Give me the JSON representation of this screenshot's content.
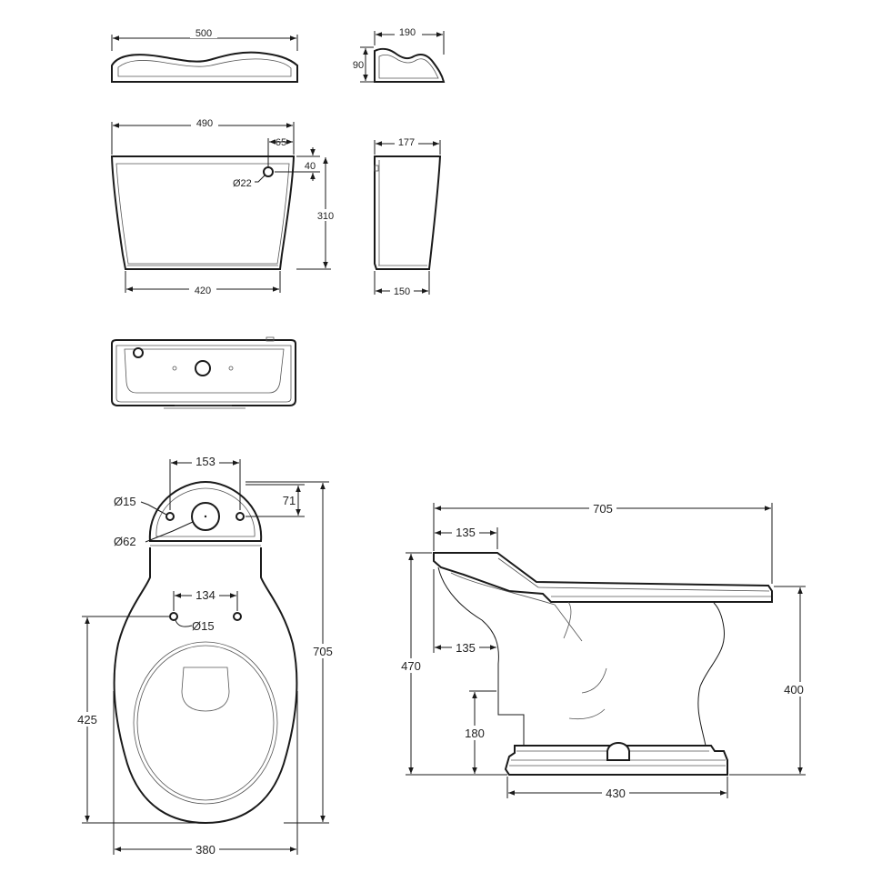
{
  "colors": {
    "line": "#1a1a1a",
    "background": "#ffffff"
  },
  "lid_top_view": {
    "width": "500"
  },
  "lid_side_view": {
    "depth": "190",
    "height": "90"
  },
  "cistern_front_view": {
    "top_width": "490",
    "bottom_width": "420",
    "inlet_offset": "65",
    "inlet_drop": "40",
    "inlet_diameter": "Ø22",
    "height": "310"
  },
  "cistern_side_view": {
    "top_depth": "177",
    "bottom_depth": "150"
  },
  "pan_top_view": {
    "fixing_centres": "153",
    "fixing_diameter": "Ø15",
    "outlet_offset": "71",
    "outlet_diameter": "Ø62",
    "floor_fixing_centres": "134",
    "floor_fixing_diameter": "Ø15",
    "overall_length": "705",
    "rear_to_fixing": "425",
    "width": "380"
  },
  "pan_side_view": {
    "overall_length": "705",
    "inlet_projection": "135",
    "outlet_projection": "135",
    "inlet_height": "470",
    "rim_height": "400",
    "outlet_height": "180",
    "base_width": "430"
  }
}
